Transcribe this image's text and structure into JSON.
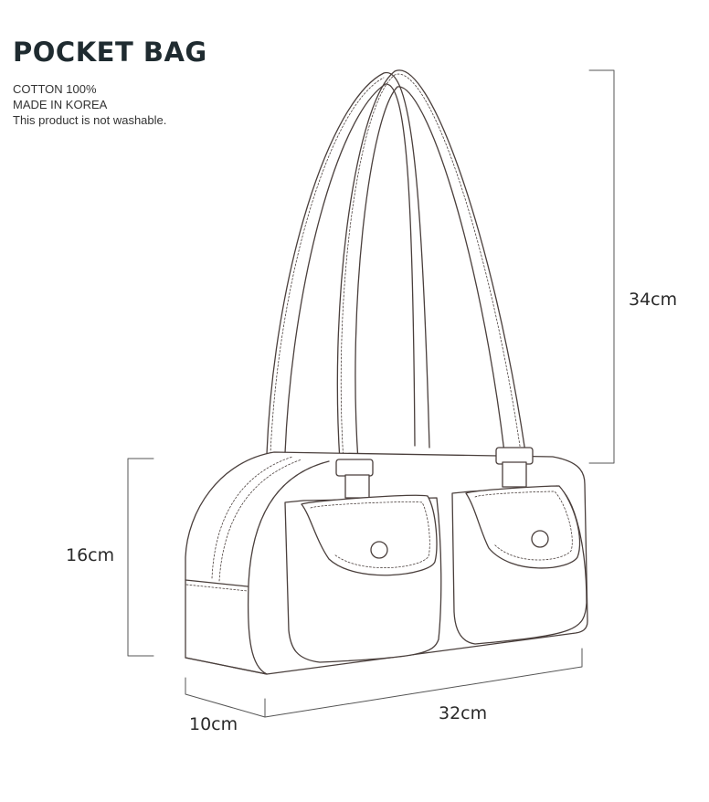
{
  "product": {
    "title": "POCKET BAG",
    "details": [
      "COTTON 100%",
      "MADE IN KOREA",
      "This product is not washable."
    ]
  },
  "dimensions": {
    "handle_height": "34cm",
    "body_height": "16cm",
    "depth": "10cm",
    "width": "32cm"
  },
  "colors": {
    "line": "#4a3f3c",
    "dimension_line": "#555555",
    "title": "#1f2b30"
  }
}
